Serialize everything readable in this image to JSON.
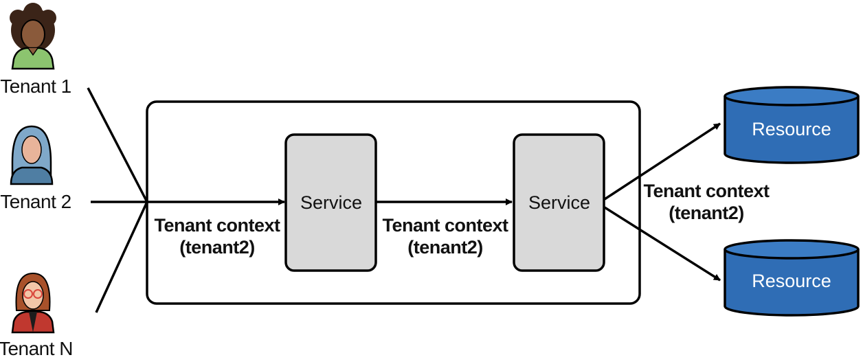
{
  "tenants": [
    {
      "label": "Tenant 1",
      "icon": "person-afro-icon"
    },
    {
      "label": "Tenant 2",
      "icon": "person-hijab-icon"
    },
    {
      "label": "Tenant N",
      "icon": "person-glasses-icon"
    }
  ],
  "services": [
    {
      "label": "Service"
    },
    {
      "label": "Service"
    }
  ],
  "contexts": [
    {
      "line1": "Tenant context",
      "line2": "(tenant2)"
    },
    {
      "line1": "Tenant context",
      "line2": "(tenant2)"
    },
    {
      "line1": "Tenant context",
      "line2": "(tenant2)"
    }
  ],
  "resources": [
    {
      "label": "Resource"
    },
    {
      "label": "Resource"
    }
  ],
  "colors": {
    "service_fill": "#d9d9d9",
    "resource_fill": "#2f6db5",
    "resource_top": "#3b7cc4",
    "stroke": "#000000"
  }
}
